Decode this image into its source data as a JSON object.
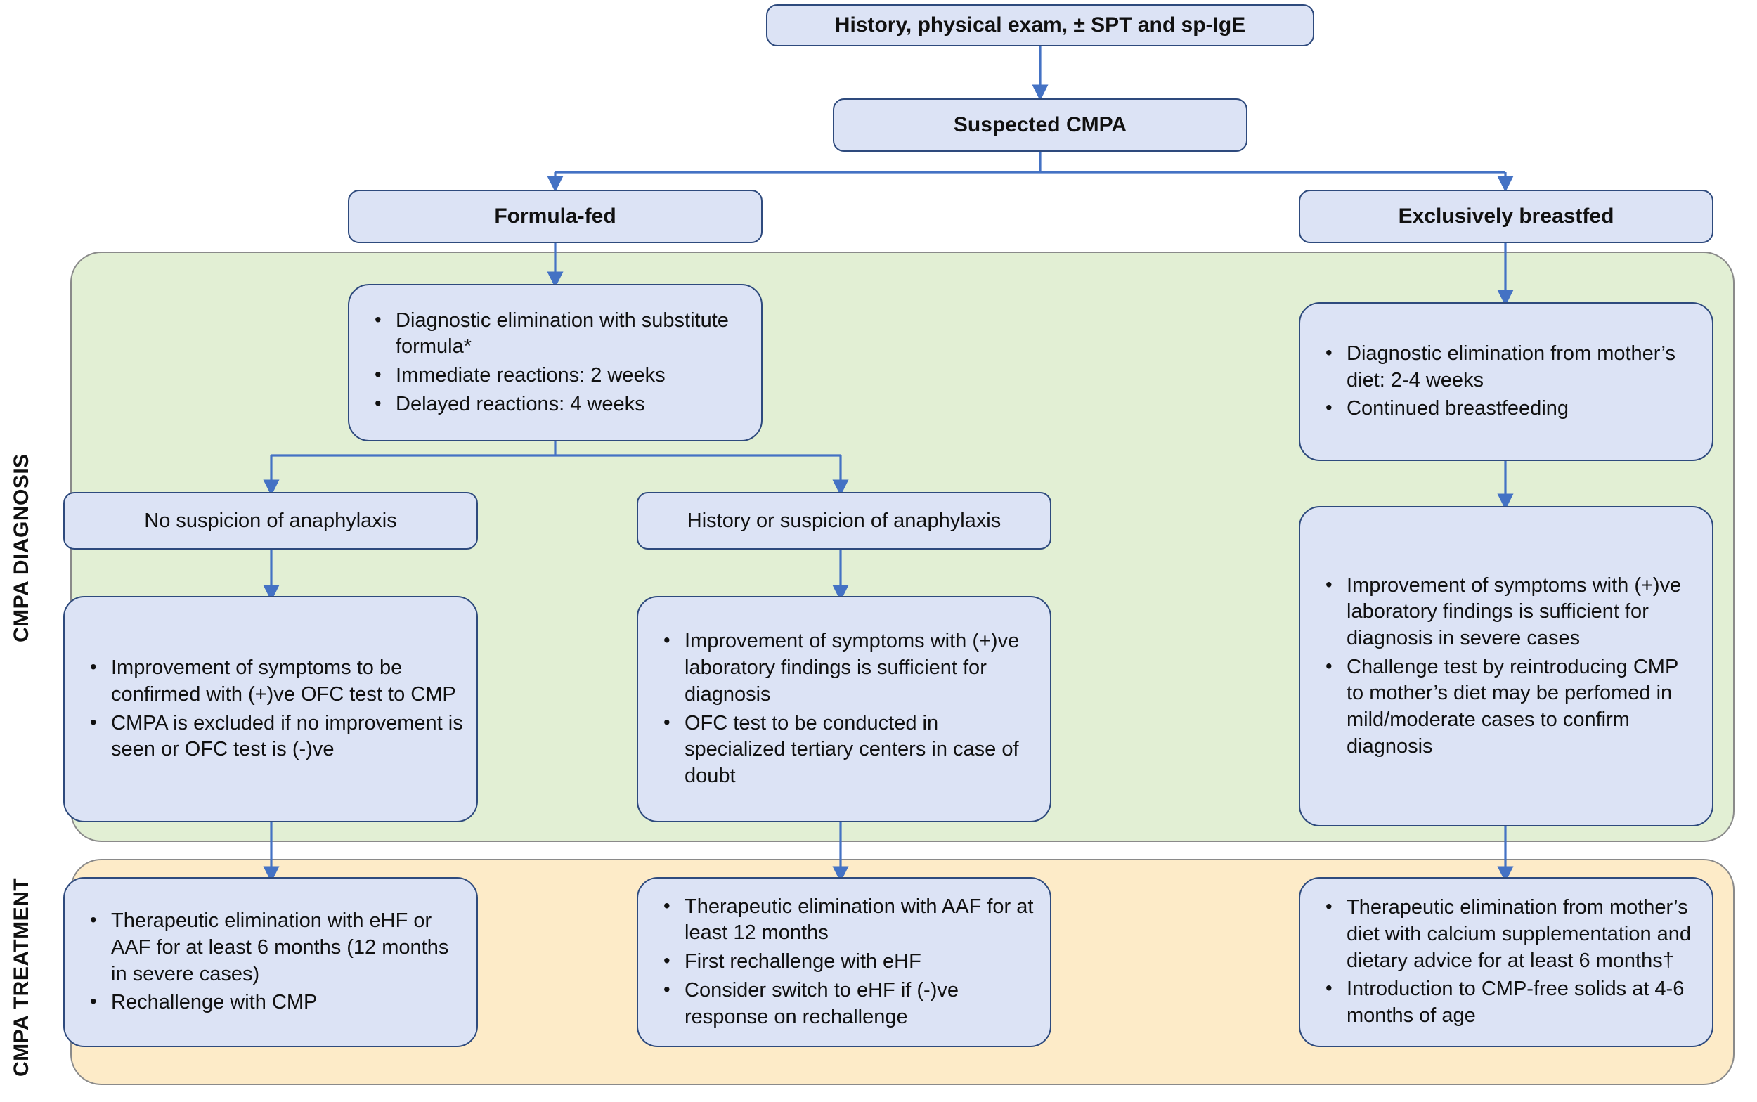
{
  "panels": {
    "diagnosis": {
      "label": "CMPA DIAGNOSIS",
      "color": "#E2EFD4"
    },
    "treatment": {
      "label": "CMPA TREATMENT",
      "color": "#FDEBC8"
    }
  },
  "colors": {
    "node_fill": "#DCE3F5",
    "node_border": "#2E4A7D",
    "arrow": "#4472C4",
    "diagnosis_bg": "#E2EFD4",
    "treatment_bg": "#FDEBC8"
  },
  "nodes": {
    "history": {
      "title": "History, physical exam, ± SPT and sp-IgE"
    },
    "suspected": {
      "title": "Suspected CMPA"
    },
    "formula_fed": {
      "title": "Formula-fed"
    },
    "breastfed": {
      "title": "Exclusively breastfed"
    },
    "formula_elimination": {
      "items": [
        "Diagnostic elimination with substitute formula*",
        "Immediate reactions: 2 weeks",
        "Delayed reactions: 4 weeks"
      ]
    },
    "breastfed_elimination": {
      "items": [
        "Diagnostic elimination from mother’s diet: 2-4 weeks",
        "Continued breastfeeding"
      ]
    },
    "no_anaphylaxis": {
      "title": "No suspicion of anaphylaxis"
    },
    "anaphylaxis": {
      "title": "History or suspicion of anaphylaxis"
    },
    "no_anaphylaxis_detail": {
      "items": [
        "Improvement  of symptoms to be confirmed with (+)ve OFC test to CMP",
        "CMPA is excluded if no improvement  is seen or OFC test is (-)ve"
      ]
    },
    "anaphylaxis_detail": {
      "items": [
        "Improvement  of symptoms with (+)ve laboratory findings is sufficient for diagnosis",
        "OFC test to be conducted in specialized tertiary centers in case of doubt"
      ]
    },
    "breastfed_detail": {
      "items": [
        "Improvement  of symptoms with (+)ve laboratory findings is sufficient for diagnosis in severe cases",
        "Challenge test by reintroducing CMP to mother’s diet may be perfomed in mild/moderate cases to confirm diagnosis"
      ]
    },
    "treatment_left": {
      "items": [
        "Therapeutic elimination with eHF or AAF for at least 6 months (12 months in severe cases)",
        "Rechallenge with CMP"
      ]
    },
    "treatment_middle": {
      "items": [
        "Therapeutic elimination with AAF for at least 12 months",
        "First rechallenge with eHF",
        "Consider switch to eHF if (-)ve response on rechallenge"
      ]
    },
    "treatment_right": {
      "items": [
        "Therapeutic elimination from mother’s diet with calcium supplementation and dietary advice for at least 6 months†",
        "Introduction to CMP-free solids at 4-6 months of age"
      ]
    }
  }
}
